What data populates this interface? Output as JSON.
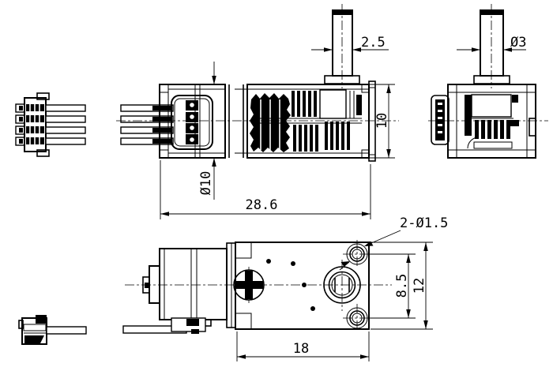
{
  "drawing": {
    "dimensions": {
      "shaft_flat_width": "2.5",
      "shaft_diameter": "Ø3",
      "gearbox_height": "10",
      "motor_diameter": "Ø10",
      "overall_length": "28.6",
      "mounting_holes": "2-Ø1.5",
      "hole_spacing": "8.5",
      "body_width": "12",
      "plate_length": "18"
    },
    "colors": {
      "line": "#000000",
      "background": "#ffffff"
    }
  }
}
